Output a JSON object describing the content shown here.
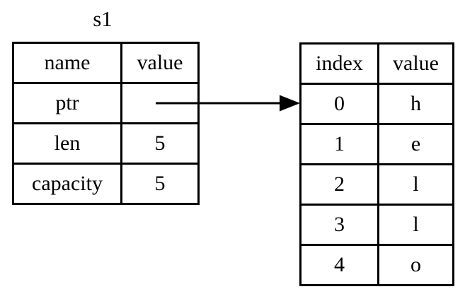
{
  "stack_table": {
    "title": "s1",
    "headers": {
      "name": "name",
      "value": "value"
    },
    "rows": [
      {
        "name": "ptr",
        "value": ""
      },
      {
        "name": "len",
        "value": "5"
      },
      {
        "name": "capacity",
        "value": "5"
      }
    ]
  },
  "heap_table": {
    "headers": {
      "index": "index",
      "value": "value"
    },
    "rows": [
      {
        "index": "0",
        "value": "h"
      },
      {
        "index": "1",
        "value": "e"
      },
      {
        "index": "2",
        "value": "l"
      },
      {
        "index": "3",
        "value": "l"
      },
      {
        "index": "4",
        "value": "o"
      }
    ]
  },
  "colors": {
    "line": "#000000",
    "background": "#ffffff"
  }
}
